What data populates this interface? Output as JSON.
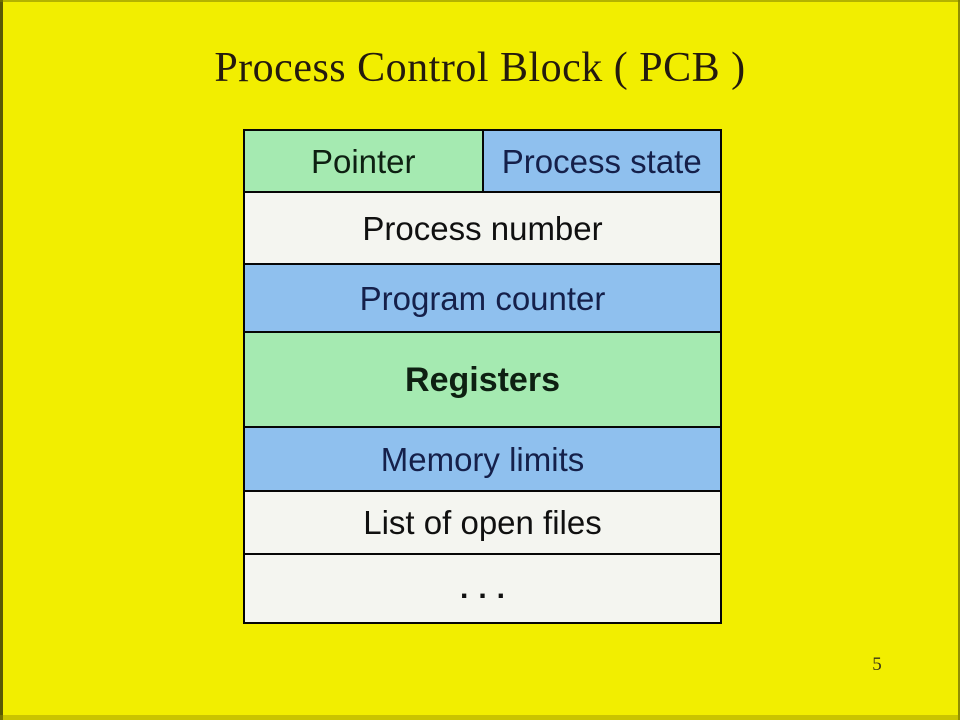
{
  "slide": {
    "title": "Process Control Block ( PCB )",
    "page_number": "5",
    "colors": {
      "background": "#f2ee00",
      "green_cell": "#a5eab1",
      "blue_cell": "#8fc0ee",
      "white_cell": "#f4f5f0",
      "title_text": "#241a0e",
      "green_text": "#0e2012",
      "blue_text": "#15204a",
      "white_text": "#101010",
      "border": "#060606"
    }
  },
  "diagram": {
    "description": "Process Control Block structure",
    "rows": [
      {
        "cells": [
          {
            "label": "Pointer",
            "color": "green"
          },
          {
            "label": "Process state",
            "color": "blue"
          }
        ]
      },
      {
        "cells": [
          {
            "label": "Process number",
            "color": "white"
          }
        ]
      },
      {
        "cells": [
          {
            "label": "Program counter",
            "color": "blue"
          }
        ]
      },
      {
        "cells": [
          {
            "label": "Registers",
            "color": "green",
            "bold": true
          }
        ]
      },
      {
        "cells": [
          {
            "label": "Memory limits",
            "color": "blue"
          }
        ]
      },
      {
        "cells": [
          {
            "label": "List of open files",
            "color": "white"
          }
        ]
      },
      {
        "cells": [
          {
            "label": "...",
            "color": "white"
          }
        ]
      }
    ]
  }
}
